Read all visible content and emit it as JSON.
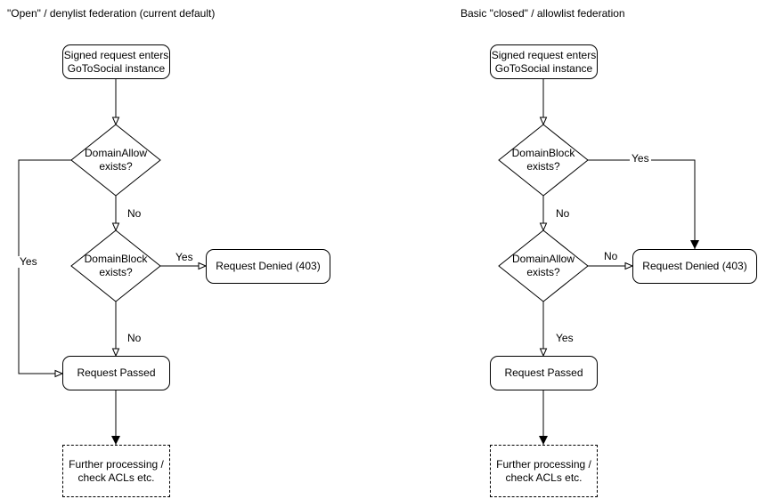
{
  "canvas": {
    "background": "#ffffff",
    "stroke_color": "#000000",
    "text_color": "#000000"
  },
  "left_chart": {
    "title": "\"Open\" / denylist federation (current default)",
    "entry_box": "Signed request enters\nGoToSocial instance",
    "decision_allow": "DomainAllow\nexists?",
    "decision_block": "DomainBlock\nexists?",
    "denied_box": "Request Denied (403)",
    "passed_box": "Request Passed",
    "further_box": "Further processing /\ncheck ACLs etc.",
    "labels": {
      "allow_yes": "Yes",
      "allow_no": "No",
      "block_yes": "Yes",
      "block_no": "No"
    }
  },
  "right_chart": {
    "title": "Basic \"closed\" / allowlist federation",
    "entry_box": "Signed request enters\nGoToSocial instance",
    "decision_block": "DomainBlock\nexists?",
    "decision_allow": "DomainAllow\nexists?",
    "denied_box": "Request Denied (403)",
    "passed_box": "Request Passed",
    "further_box": "Further processing /\ncheck ACLs etc.",
    "labels": {
      "block_yes": "Yes",
      "block_no": "No",
      "allow_no": "No",
      "allow_yes": "Yes"
    }
  }
}
